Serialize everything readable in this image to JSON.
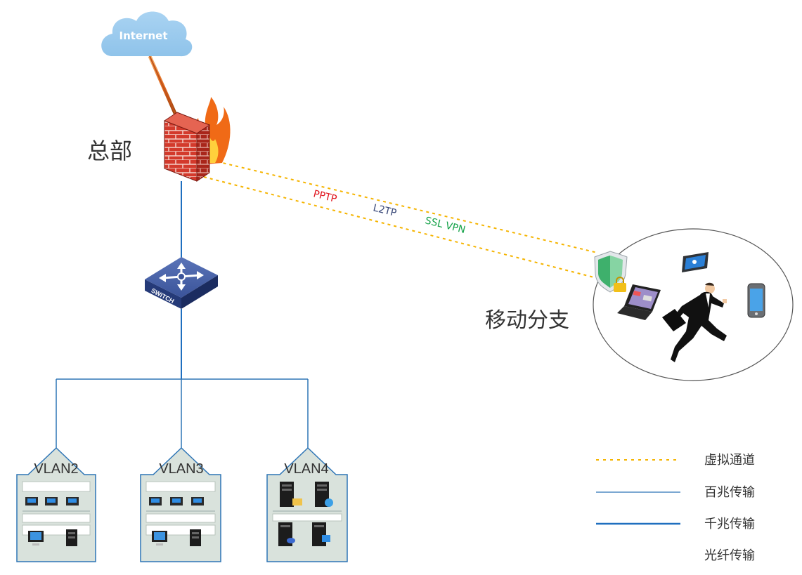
{
  "internet_label": "Internet",
  "hq_label": "总部",
  "mobile_label": "移动分支",
  "switch_label": "SWITCH",
  "tunnels": {
    "pptp": "PPTP",
    "l2tp": "L2TP",
    "sslvpn": "SSL VPN"
  },
  "vlans": [
    {
      "name": "VLAN2"
    },
    {
      "name": "VLAN3"
    },
    {
      "name": "VLAN4"
    }
  ],
  "legend": {
    "virtual": "虚拟通道",
    "fast": "百兆传输",
    "gigabit": "千兆传输",
    "fiber": "光纤传输"
  },
  "colors": {
    "virtual": "#f5b400",
    "fast": "#2e75b6",
    "gigabit": "#1f6fbf",
    "fiber": "#e2661a",
    "pptp": "#e0141e",
    "l2tp": "#3b4a7a",
    "sslvpn": "#17a34a"
  },
  "icons": [
    "cloud-icon",
    "firewall-icon",
    "switch-icon",
    "shield-lock-icon",
    "laptop-icon",
    "tablet-icon",
    "phone-icon",
    "businessman-icon",
    "server-icon",
    "pc-icon"
  ]
}
